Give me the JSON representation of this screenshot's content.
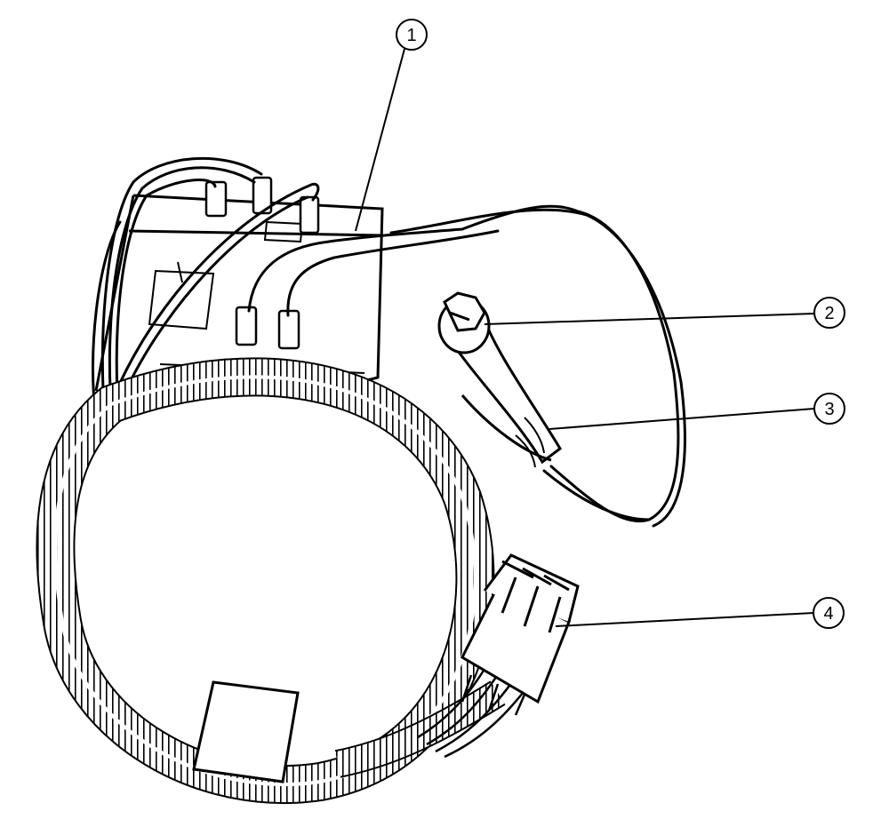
{
  "callouts": [
    {
      "id": "1"
    },
    {
      "id": "2"
    },
    {
      "id": "3"
    },
    {
      "id": "4"
    }
  ],
  "colors": {
    "line": "#000000",
    "background": "#ffffff"
  }
}
